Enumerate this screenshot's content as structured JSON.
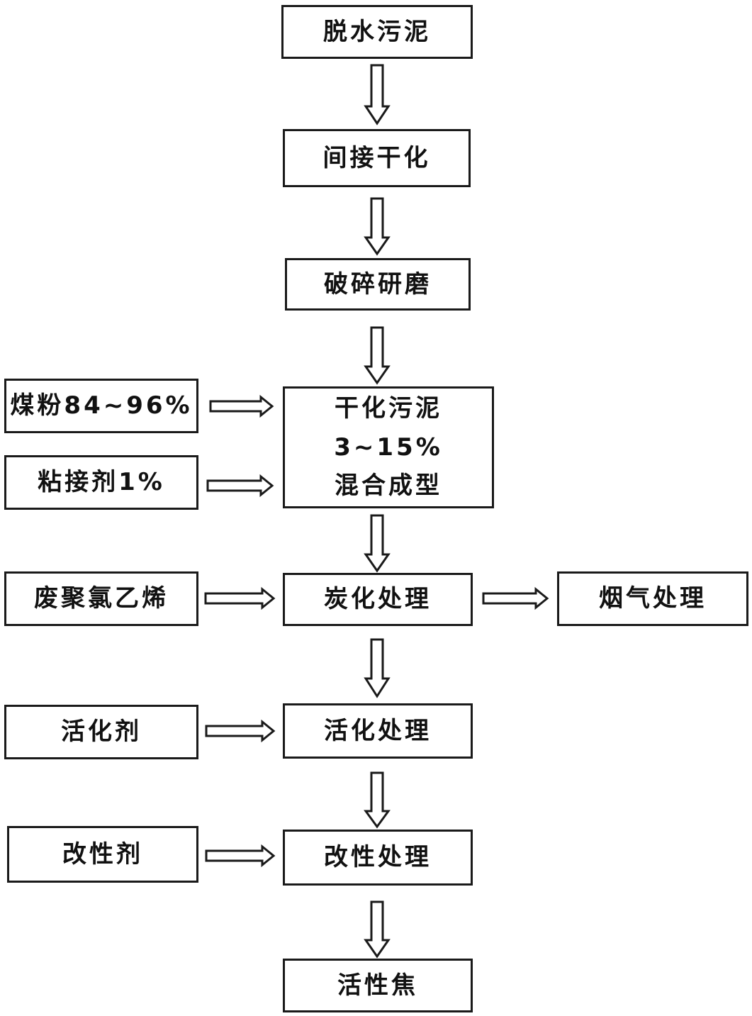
{
  "main_flow": [
    {
      "id": "dewatered-sludge",
      "label": "脱水污泥"
    },
    {
      "id": "indirect-drying",
      "label": "间接干化"
    },
    {
      "id": "crushing-grinding",
      "label": "破碎研磨"
    },
    {
      "id": "mixing-forming",
      "label_line1": "干化污泥3~15%",
      "label_line2": "混合成型"
    },
    {
      "id": "carbonization",
      "label": "炭化处理"
    },
    {
      "id": "activation",
      "label": "活化处理"
    },
    {
      "id": "modification",
      "label": "改性处理"
    },
    {
      "id": "activated-coke",
      "label": "活性焦"
    }
  ],
  "inputs": {
    "coal_powder": "煤粉84~96%",
    "binder": "粘接剂1%",
    "waste_pvc": "废聚氯乙烯",
    "activator": "活化剂",
    "modifier": "改性剂"
  },
  "outputs": {
    "flue_gas_treatment": "烟气处理"
  }
}
